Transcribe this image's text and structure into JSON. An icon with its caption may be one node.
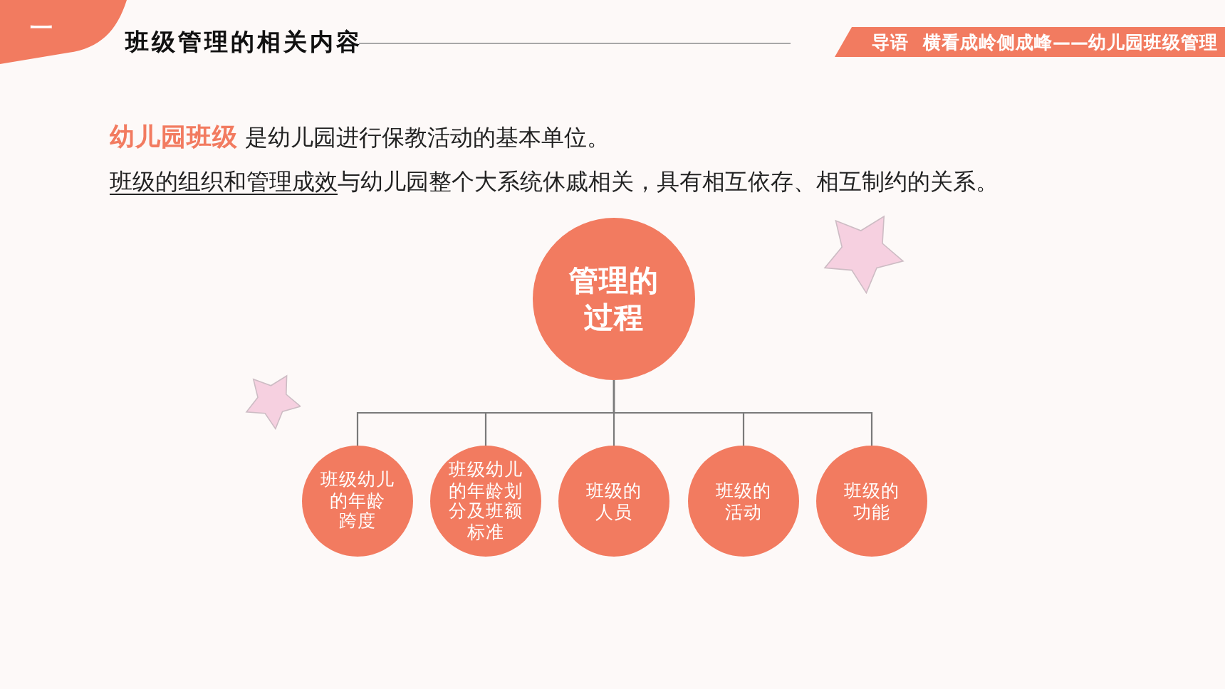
{
  "diagram": {
    "title": "班级管理的相关内容",
    "nodes": [
      {
        "text": [
          "管理的过程"
        ]
      },
      {
        "text": [
          "班级幼儿的年龄跨度"
        ]
      },
      {
        "text": [
          "班级幼儿的年龄划分及班额标准"
        ]
      },
      {
        "text": [
          "班级的人员"
        ]
      },
      {
        "text": [
          "班级的活动"
        ]
      },
      {
        "text": [
          "班级的功能"
        ]
      }
    ],
    "edges": [
      {
        "from": 0,
        "to": 1,
        "arrow": "none"
      },
      {
        "from": 0,
        "to": 2,
        "arrow": "none"
      },
      {
        "from": 0,
        "to": 3,
        "arrow": "none"
      },
      {
        "from": 0,
        "to": 4,
        "arrow": "none"
      },
      {
        "from": 0,
        "to": 5,
        "arrow": "none"
      }
    ],
    "labels": [
      "一",
      "导语",
      "横看成岭侧成峰——幼儿园班级管理",
      "**幼儿园班级** 是幼儿园进行保教活动的基本单位。",
      "班级的组织和管理成效与幼儿园整个大系统休戚相关，具有相互依存、相互制约的关系。"
    ]
  }
}
